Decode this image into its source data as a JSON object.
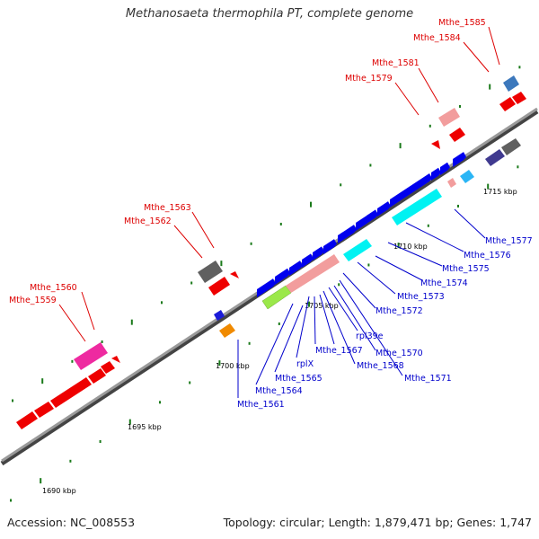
{
  "title": "Methanosaeta thermophila PT, complete genome",
  "footer": {
    "accession": "Accession: NC_008553",
    "summary": "Topology: circular; Length: 1,879,471 bp; Genes: 1,747"
  },
  "scale_labels": [
    "1690 kbp",
    "1695 kbp",
    "1700 kbp",
    "1705 kbp",
    "1710 kbp",
    "1715 kbp"
  ],
  "colors": {
    "backbone": "#808080",
    "tick": "#1a7a1a",
    "red_gene": "#ff0000",
    "blue_gene": "#0000ee",
    "red_label": "#dd0000",
    "blue_label": "#0000cc"
  },
  "gene_labels_top": [
    "Mthe_1559",
    "Mthe_1560",
    "Mthe_1562",
    "Mthe_1563",
    "Mthe_1579",
    "Mthe_1581",
    "Mthe_1584",
    "Mthe_1585"
  ],
  "gene_labels_bottom": [
    "Mthe_1561",
    "Mthe_1564",
    "Mthe_1565",
    "rplX",
    "Mthe_1567",
    "Mthe_1568",
    "rpl39e",
    "Mthe_1570",
    "Mthe_1571",
    "Mthe_1572",
    "Mthe_1573",
    "Mthe_1574",
    "Mthe_1575",
    "Mthe_1576",
    "Mthe_1577"
  ]
}
